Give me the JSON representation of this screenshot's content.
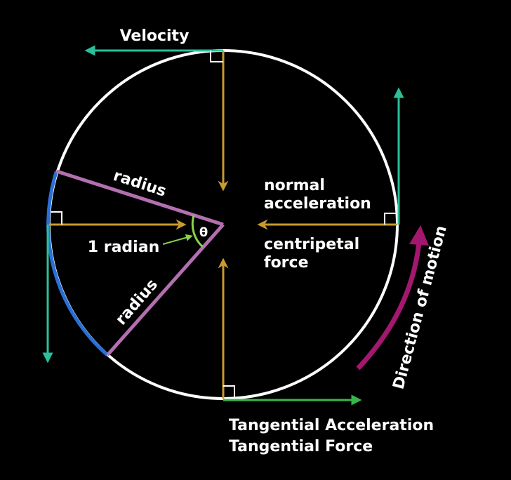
{
  "diagram": {
    "labels": {
      "velocity": "Velocity",
      "radius_upper": "radius",
      "radius_lower": "radius",
      "theta": "θ",
      "one_radian": "1 radian",
      "normal_line1": "normal",
      "normal_line2": "acceleration",
      "centripetal_line1": "centripetal",
      "centripetal_line2": "force",
      "direction_of_motion": "Direction of motion",
      "tangential_acceleration": "Tangential Acceleration",
      "tangential_force": "Tangential Force"
    },
    "colors": {
      "background": "#000000",
      "circle": "#ffffff",
      "velocity_arrow": "#2bbf9a",
      "centripetal_arrow": "#c99a2e",
      "tangential_arrow": "#34b84a",
      "radius": "#b46fb0",
      "arc_one_radian": "#2a6fd6",
      "angle_marker": "#8ad14a",
      "direction_arrow": "#a3186e",
      "text": "#ffffff"
    }
  }
}
